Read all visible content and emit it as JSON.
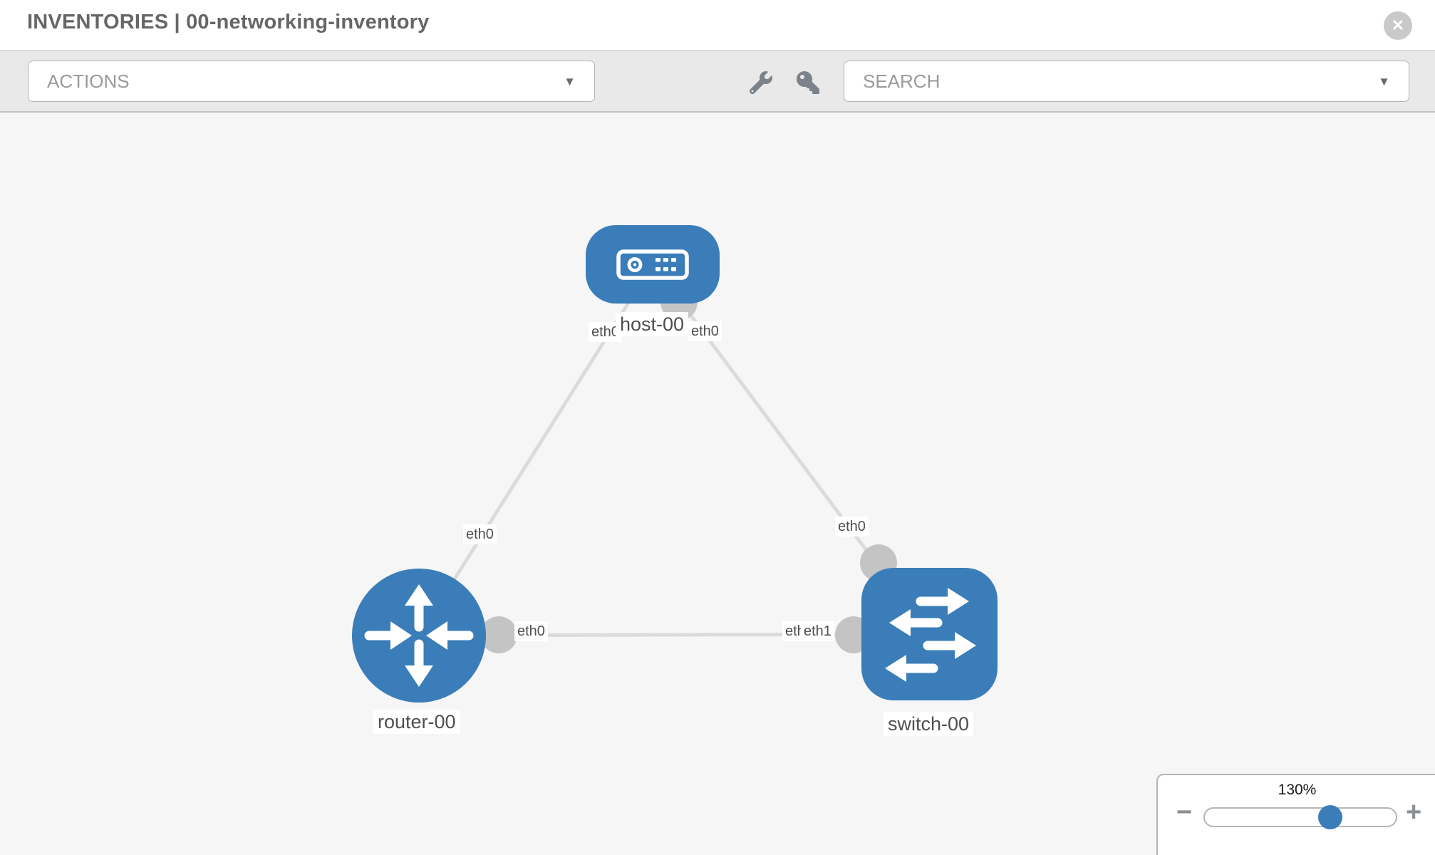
{
  "header": {
    "title": "INVENTORIES | 00-networking-inventory",
    "close_glyph": "✕"
  },
  "toolbar": {
    "actions_label": "ACTIONS",
    "search_label": "SEARCH",
    "caret": "▼",
    "tools": [
      {
        "icon": "wrench-icon"
      },
      {
        "icon": "key-icon"
      }
    ]
  },
  "topology": {
    "nodes": [
      {
        "id": "host-00",
        "type": "host",
        "label": "host-00"
      },
      {
        "id": "router-00",
        "type": "router",
        "label": "router-00"
      },
      {
        "id": "switch-00",
        "type": "switch",
        "label": "switch-00"
      }
    ],
    "links": [
      {
        "from": "host-00",
        "to": "router-00"
      },
      {
        "from": "host-00",
        "to": "switch-00"
      },
      {
        "from": "router-00",
        "to": "switch-00"
      }
    ],
    "interface_labels": [
      {
        "text": "eth0",
        "at": "host-left"
      },
      {
        "text": "eth0",
        "at": "host-right"
      },
      {
        "text": "eth0",
        "at": "link-host-router-mid"
      },
      {
        "text": "eth0",
        "at": "link-host-switch-mid"
      },
      {
        "text": "eth0",
        "at": "router-right"
      },
      {
        "text": "eth0",
        "at": "switch-left-under"
      },
      {
        "text": "eth1",
        "at": "switch-left-over"
      }
    ],
    "colors": {
      "node_blue": "#3b7db8",
      "link_gray": "#dbdbdb",
      "endpoint_gray": "#c4c4c4",
      "canvas_bg": "#f6f6f6",
      "label_text": "#4f4f4f"
    }
  },
  "zoom_control": {
    "percent": "130%",
    "value_percent": 64,
    "minus_glyph": "−",
    "plus_glyph": "+"
  }
}
